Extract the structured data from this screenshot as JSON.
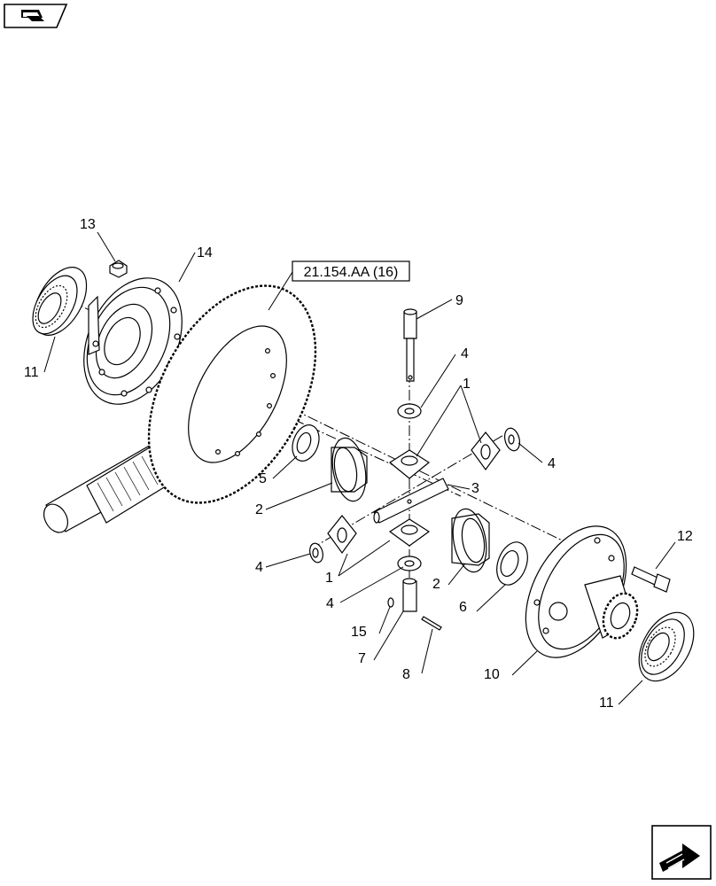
{
  "diagram": {
    "reference_box": "21.154.AA (16)",
    "callouts": {
      "c1a": "1",
      "c1b": "1",
      "c2a": "2",
      "c2b": "2",
      "c3": "3",
      "c4a": "4",
      "c4b": "4",
      "c4c": "4",
      "c4d": "4",
      "c5": "5",
      "c6": "6",
      "c7": "7",
      "c8": "8",
      "c9": "9",
      "c10": "10",
      "c11a": "11",
      "c11b": "11",
      "c12": "12",
      "c13": "13",
      "c14": "14",
      "c15": "15"
    }
  },
  "nav": {
    "top_icon": "book-hand-icon",
    "bottom_icon": "next-page-arrow-icon"
  }
}
